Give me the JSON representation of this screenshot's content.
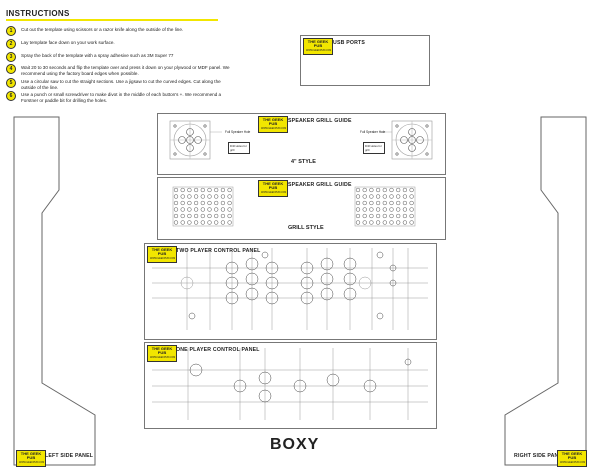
{
  "instructions": {
    "title": "INSTRUCTIONS",
    "steps": [
      {
        "num": "1",
        "text": "Cut out the template using scissors or a razor knife along the outside of the line."
      },
      {
        "num": "2",
        "text": "Lay template face down on your work surface."
      },
      {
        "num": "3",
        "text": "Spray the back of the template with a spray adhesive such as 3M Super 77"
      },
      {
        "num": "4",
        "text": "Wait 20 to 30 seconds and flip the template over and press it down on your plywood or MDF panel. We recommend using the factory board edges when possible."
      },
      {
        "num": "5",
        "text": "Use a circular saw to cut the straight sections. Use a jigsaw to cut the curved edges. Cut along the outside of the line."
      },
      {
        "num": "6",
        "text": "Use a punch or small screwdriver to make divot in the middle of each button's +. We recommend a Forstner or paddle bit for drilling the holes."
      }
    ]
  },
  "brand": {
    "name": "THE GEEK PUB",
    "tag": "WWW.GEEKPUB.COM"
  },
  "panels": {
    "usb": {
      "title": "USB PORTS"
    },
    "speaker_4in": {
      "title": "SPEAKER GRILL GUIDE",
      "style": "4\" STYLE",
      "note1": "Full Speaker Hole",
      "note2": "Drill Holes for grill",
      "note3": "Drill Holes for grill"
    },
    "speaker_grill": {
      "title": "SPEAKER GRILL GUIDE",
      "style": "GRILL STYLE"
    },
    "two_player": {
      "title": "TWO PLAYER CONTROL PANEL"
    },
    "one_player": {
      "title": "ONE PLAYER CONTROL PANEL"
    },
    "left_side": {
      "title": "LEFT SIDE PANEL"
    },
    "right_side": {
      "title": "RIGHT SIDE PANEL"
    }
  },
  "footer": {
    "model": "BOXY"
  }
}
